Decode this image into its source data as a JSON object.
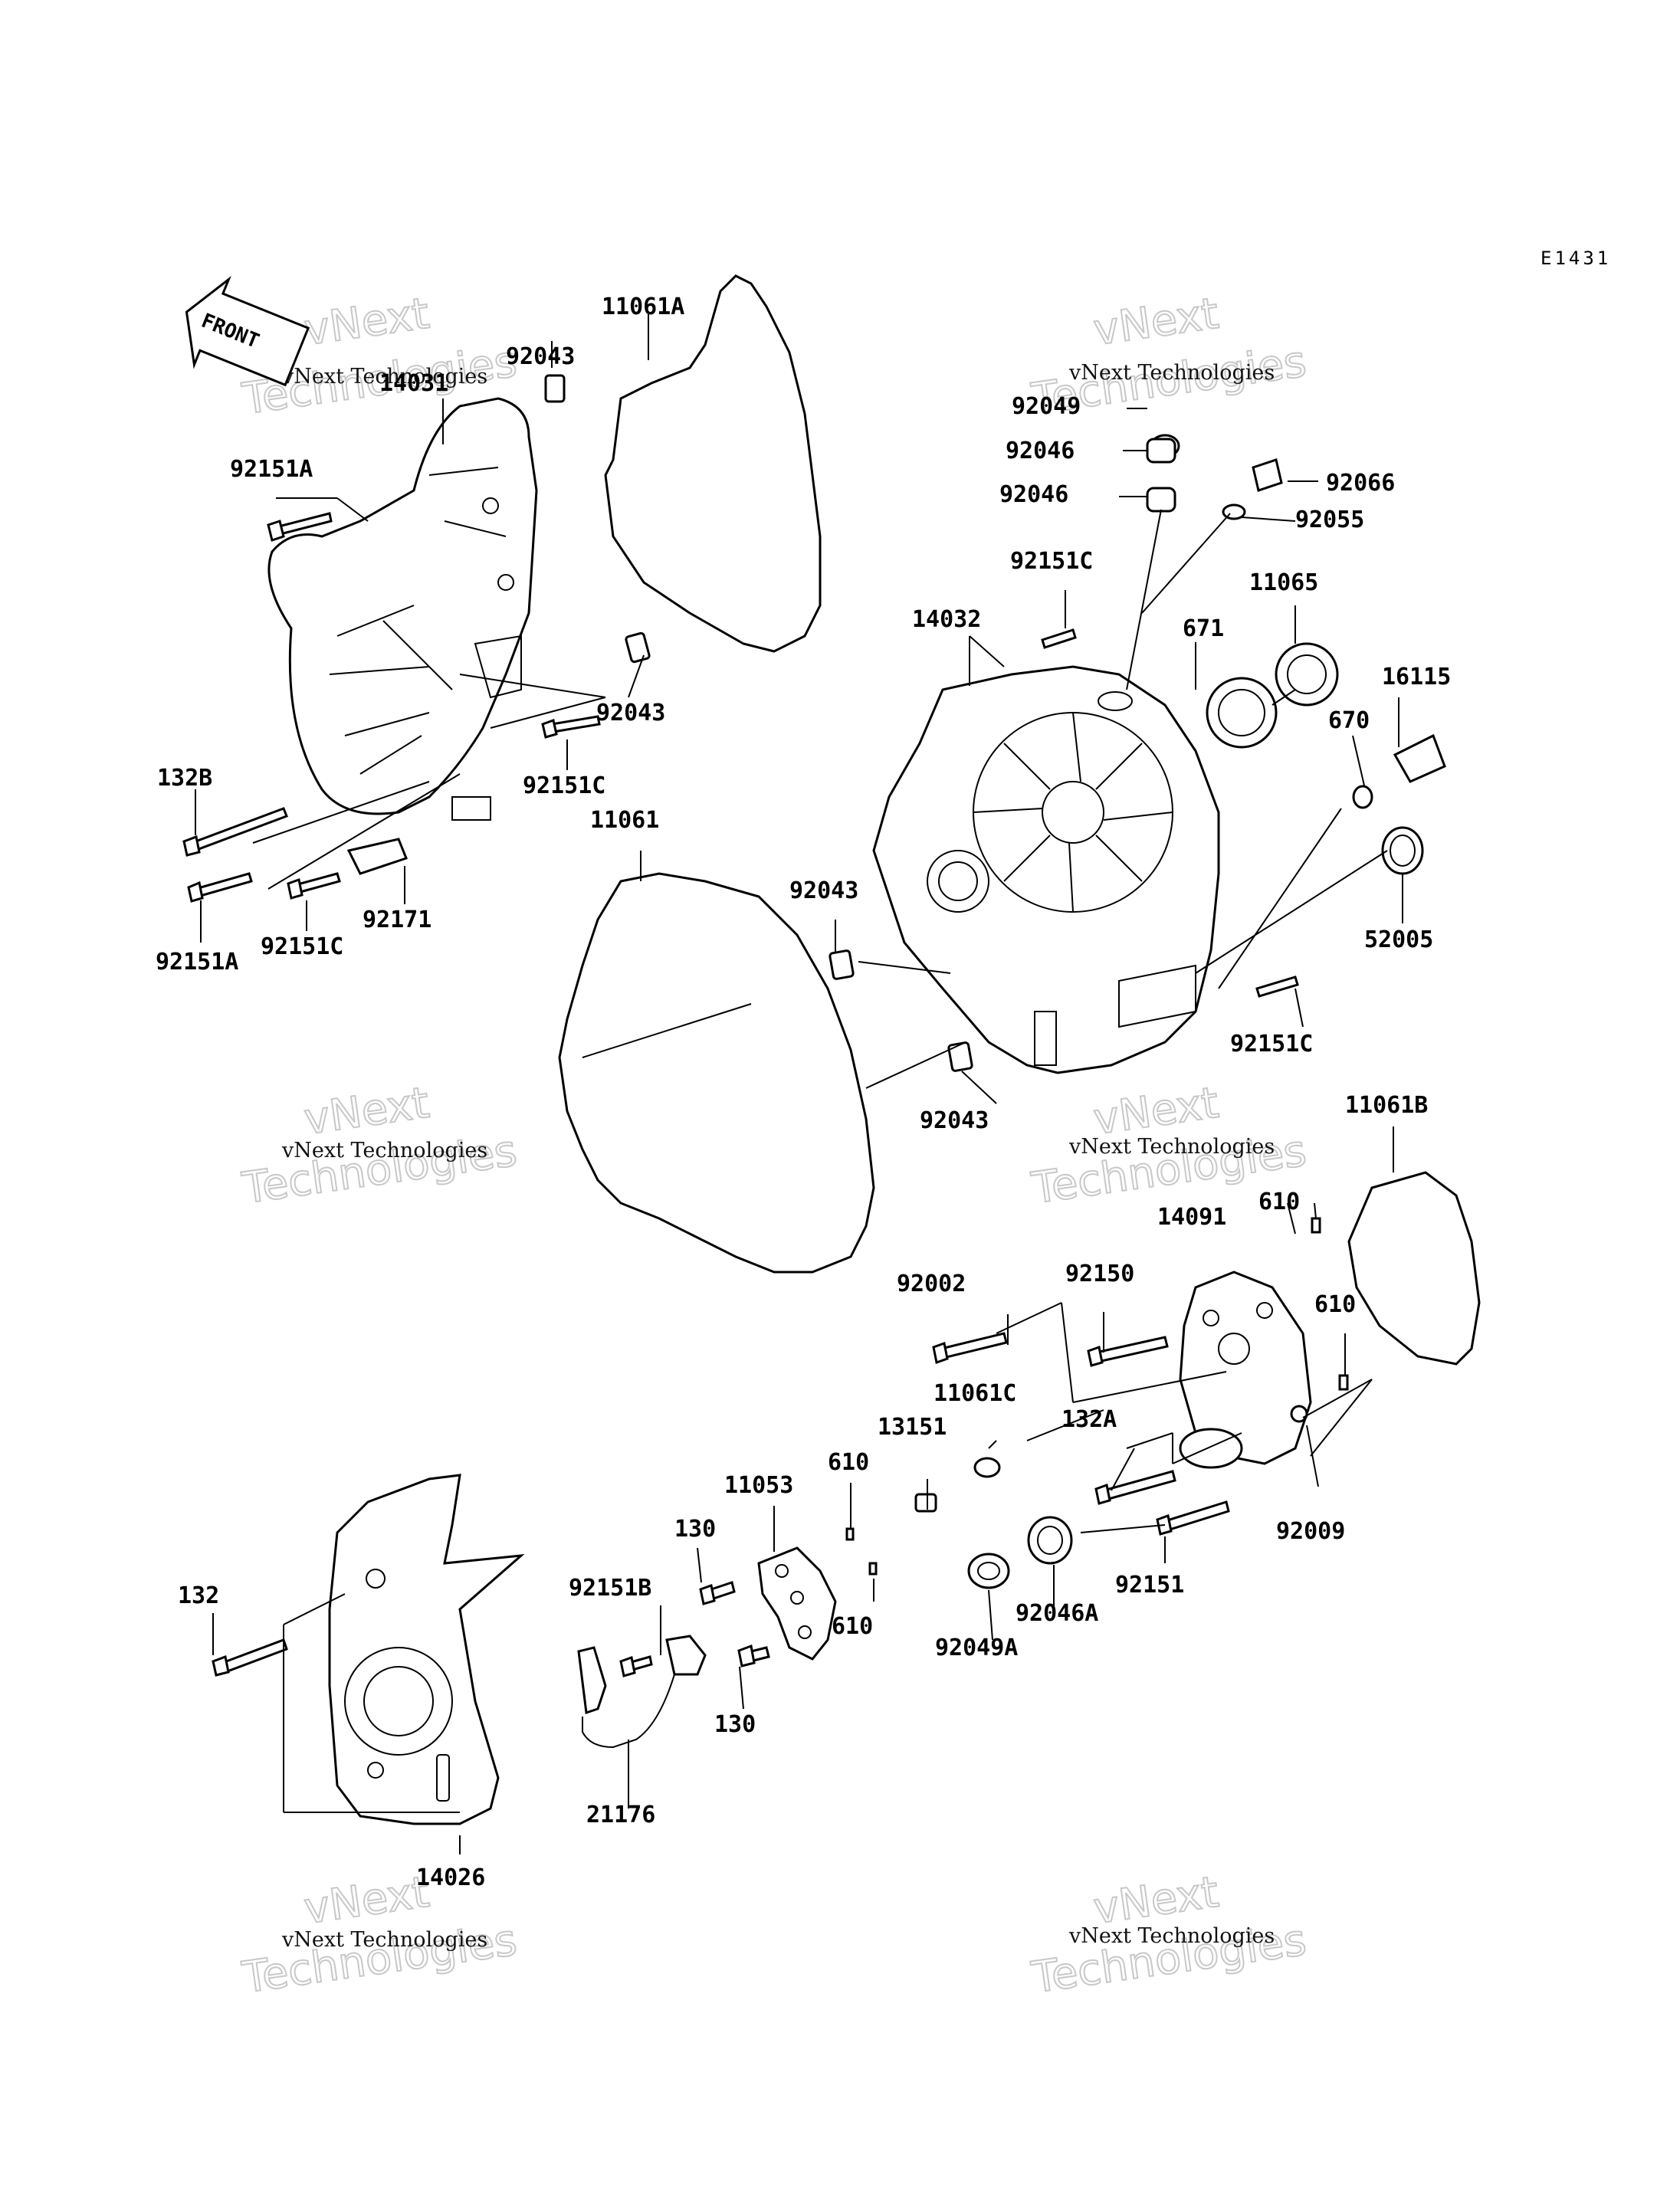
{
  "diagram_code": "E1431",
  "front_label": "FRONT",
  "watermark": {
    "line1": "vNext Technologies",
    "big_top": "vNext",
    "big_bottom": "Technologies"
  },
  "parts": [
    {
      "id": "11061A",
      "label": "11061A"
    },
    {
      "id": "92043-a",
      "label": "92043"
    },
    {
      "id": "14031",
      "label": "14031"
    },
    {
      "id": "92151A-a",
      "label": "92151A"
    },
    {
      "id": "92043-b",
      "label": "92043"
    },
    {
      "id": "92151C-a",
      "label": "92151C"
    },
    {
      "id": "132B",
      "label": "132B"
    },
    {
      "id": "92151A-b",
      "label": "92151A"
    },
    {
      "id": "92151C-b",
      "label": "92151C"
    },
    {
      "id": "92171",
      "label": "92171"
    },
    {
      "id": "92049",
      "label": "92049"
    },
    {
      "id": "92046-a",
      "label": "92046"
    },
    {
      "id": "92046-b",
      "label": "92046"
    },
    {
      "id": "92066",
      "label": "92066"
    },
    {
      "id": "92055",
      "label": "92055"
    },
    {
      "id": "92151C-c",
      "label": "92151C"
    },
    {
      "id": "14032",
      "label": "14032"
    },
    {
      "id": "671",
      "label": "671"
    },
    {
      "id": "11065",
      "label": "11065"
    },
    {
      "id": "16115",
      "label": "16115"
    },
    {
      "id": "670",
      "label": "670"
    },
    {
      "id": "11061",
      "label": "11061"
    },
    {
      "id": "92043-c",
      "label": "92043"
    },
    {
      "id": "52005",
      "label": "52005"
    },
    {
      "id": "92151C-d",
      "label": "92151C"
    },
    {
      "id": "92043-d",
      "label": "92043"
    },
    {
      "id": "11061B",
      "label": "11061B"
    },
    {
      "id": "610-a",
      "label": "610"
    },
    {
      "id": "14091",
      "label": "14091"
    },
    {
      "id": "92002",
      "label": "92002"
    },
    {
      "id": "92150",
      "label": "92150"
    },
    {
      "id": "610-b",
      "label": "610"
    },
    {
      "id": "11061C",
      "label": "11061C"
    },
    {
      "id": "132A",
      "label": "132A"
    },
    {
      "id": "13151",
      "label": "13151"
    },
    {
      "id": "610-c",
      "label": "610"
    },
    {
      "id": "11053",
      "label": "11053"
    },
    {
      "id": "130-a",
      "label": "130"
    },
    {
      "id": "92151B",
      "label": "92151B"
    },
    {
      "id": "610-d",
      "label": "610"
    },
    {
      "id": "92009",
      "label": "92009"
    },
    {
      "id": "92151",
      "label": "92151"
    },
    {
      "id": "92046A",
      "label": "92046A"
    },
    {
      "id": "92049A",
      "label": "92049A"
    },
    {
      "id": "132",
      "label": "132"
    },
    {
      "id": "130-b",
      "label": "130"
    },
    {
      "id": "21176",
      "label": "21176"
    },
    {
      "id": "14026",
      "label": "14026"
    }
  ]
}
